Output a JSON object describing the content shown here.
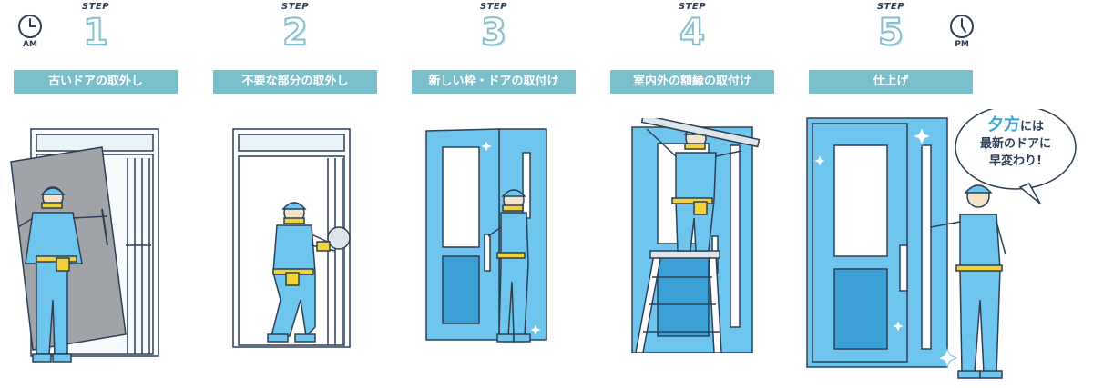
{
  "time": {
    "start": "AM",
    "end": "PM"
  },
  "steps": [
    {
      "caption": "STEP",
      "number": "1",
      "title": "古いドアの取外し"
    },
    {
      "caption": "STEP",
      "number": "2",
      "title": "不要な部分の取外し"
    },
    {
      "caption": "STEP",
      "number": "3",
      "title": "新しい枠・ドアの取付け"
    },
    {
      "caption": "STEP",
      "number": "4",
      "title": "室内外の額縁の取付け"
    },
    {
      "caption": "STEP",
      "number": "5",
      "title": "仕上げ"
    }
  ],
  "bubble": {
    "highlight": "夕方",
    "line1_rest": "には",
    "line2": "最新のドアに",
    "line3": "早変わり!"
  },
  "icons": [
    "clock-am-icon",
    "clock-pm-icon",
    "worker-illustration",
    "door-illustration"
  ],
  "colors": {
    "bar": "#7bbfcd",
    "door_blue": "#6ec6ee",
    "door_dark": "#3aa0d6",
    "outline": "#2d3f55",
    "old_door": "#a0a4a8"
  }
}
